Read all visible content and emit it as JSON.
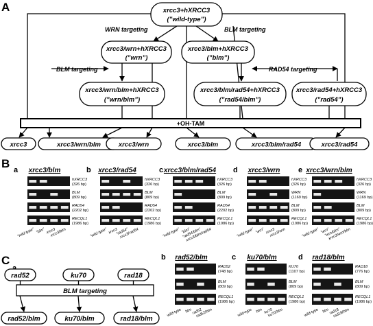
{
  "panel_letters": {
    "A": "A",
    "B": "B",
    "C": "C"
  },
  "panelA": {
    "wt_line1": "xrcc3+hXRCC3",
    "wt_line2": "(”wild-type”)",
    "wrn_targeting": "WRN targeting",
    "blm_targeting": "BLM targeting",
    "wrn_line1": "xrcc3/wrn+hXRCC3",
    "wrn_line2": "(”wrn”)",
    "blm_line1": "xrcc3/blm+hXRCC3",
    "blm_line2": "(”blm”)",
    "blm_targeting2": "BLM targeting",
    "rad54_targeting": "RAD54 targeting",
    "wrnblm_line1": "xrcc3/wrn/blm+hXRCC3",
    "wrnblm_line2": "(”wrn/blm”)",
    "blmrad54_line1": "xrcc3/blm/rad54+hXRCC3",
    "blmrad54_line2": "(”rad54/blm”)",
    "rad54_line1": "xrcc3/rad54+hXRCC3",
    "rad54_line2": "(”rad54”)",
    "ohtam": "+OH-TAM",
    "outputs": [
      "xrcc3",
      "xrcc3/wrn/blm",
      "xrcc3/wrn",
      "xrcc3/blm",
      "xrcc3/blm/rad54",
      "xrcc3/rad54"
    ]
  },
  "panelB": [
    {
      "letter": "a",
      "title": "xrcc3/blm",
      "genes": [
        [
          "hXRCC3",
          "(326 bp)"
        ],
        [
          "BLM",
          "(809 bp)"
        ],
        [
          "RAD54",
          "(2202 bp)"
        ],
        [
          "RECQL1",
          "(1986 bp)"
        ]
      ],
      "lanes": [
        "”wild-type”",
        "”blm”",
        "xrcc3",
        "xrcc3/blm"
      ],
      "bands": [
        [
          1,
          1,
          0,
          0
        ],
        [
          1,
          0,
          1,
          0
        ],
        [
          1,
          1,
          1,
          1
        ],
        [
          1,
          1,
          1,
          1
        ]
      ]
    },
    {
      "letter": "b",
      "title": "xrcc3/rad54",
      "genes": [
        [
          "hXRCC3",
          "(326 bp)"
        ],
        [
          "BLM",
          "(809 bp)"
        ],
        [
          "RAD54",
          "(2202 bp)"
        ],
        [
          "RECQL1",
          "(1986 bp)"
        ]
      ],
      "lanes": [
        "”wild-type”",
        "xrcc3",
        "”rad54”",
        "xrcc3/rad54"
      ],
      "bands": [
        [
          1,
          0,
          1,
          0
        ],
        [
          1,
          1,
          1,
          1
        ],
        [
          1,
          1,
          0,
          0
        ],
        [
          1,
          1,
          1,
          1
        ]
      ]
    },
    {
      "letter": "c",
      "title": "xrcc3/blm/rad54",
      "genes": [
        [
          "hXRCC3",
          "(326 bp)"
        ],
        [
          "BLM",
          "(809 bp)"
        ],
        [
          "RAD54",
          "(2202 bp)"
        ],
        [
          "RECQL1",
          "(1986 bp)"
        ]
      ],
      "lanes": [
        "”wild-type”",
        "”blm”",
        "”rad54/blm”",
        "xrcc3/blm/rad54"
      ],
      "bands": [
        [
          1,
          1,
          1,
          0
        ],
        [
          1,
          0,
          0,
          0
        ],
        [
          1,
          1,
          0,
          0
        ],
        [
          1,
          1,
          1,
          1
        ]
      ]
    },
    {
      "letter": "d",
      "title": "xrcc3/wrn",
      "genes": [
        [
          "hXRCC3",
          "(326 bp)"
        ],
        [
          "WRN",
          "(1169 bp)"
        ],
        [
          "BLM",
          "(809 bp)"
        ],
        [
          "RECQL1",
          "(1986 bp)"
        ]
      ],
      "lanes": [
        "”wild-type”",
        "”wrn”",
        "xrcc3",
        "xrcc3/wrn"
      ],
      "bands": [
        [
          1,
          1,
          0,
          0
        ],
        [
          1,
          0,
          1,
          0
        ],
        [
          1,
          1,
          1,
          1
        ],
        [
          1,
          1,
          1,
          1
        ]
      ]
    },
    {
      "letter": "e",
      "title": "xrcc3/wrn/blm",
      "genes": [
        [
          "hXRCC3",
          "(326 bp)"
        ],
        [
          "WRN",
          "(1169 bp)"
        ],
        [
          "BLM",
          "(809 bp)"
        ],
        [
          "RECQL1",
          "(1986 bp)"
        ]
      ],
      "lanes": [
        "”wild-type”",
        "”wrn”",
        "”wrn/blm”",
        "xrcc3/wrn/blm"
      ],
      "bands": [
        [
          1,
          1,
          1,
          0
        ],
        [
          1,
          0,
          0,
          0
        ],
        [
          1,
          1,
          0,
          0
        ],
        [
          1,
          1,
          1,
          1
        ]
      ]
    }
  ],
  "panelC": {
    "letter_a": "a",
    "inputs": [
      "rad52",
      "ku70",
      "rad18"
    ],
    "blm_targeting": "BLM targeting",
    "outputs": [
      "rad52/blm",
      "ku70/blm",
      "rad18/blm"
    ],
    "gels": [
      {
        "letter": "b",
        "title": "rad52/blm",
        "genes": [
          [
            "RAD52",
            "(748 bp)"
          ],
          [
            "BLM",
            "(809 bp)"
          ],
          [
            "RECQL1",
            "(1986 bp)"
          ]
        ],
        "lanes": [
          "wild-type",
          "blm",
          "rad52",
          "rad52/blm"
        ],
        "bands": [
          [
            1,
            1,
            0,
            0
          ],
          [
            1,
            0,
            1,
            0
          ],
          [
            1,
            1,
            1,
            1
          ]
        ]
      },
      {
        "letter": "c",
        "title": "ku70/blm",
        "genes": [
          [
            "KU70",
            "(1107 bp)"
          ],
          [
            "BLM",
            "(809 bp)"
          ],
          [
            "RECQL1",
            "(1986 bp)"
          ]
        ],
        "lanes": [
          "wild-type",
          "blm",
          "ku70",
          "ku70/blm"
        ],
        "bands": [
          [
            1,
            1,
            0,
            0
          ],
          [
            1,
            0,
            1,
            0
          ],
          [
            1,
            1,
            1,
            1
          ]
        ]
      },
      {
        "letter": "d",
        "title": "rad18/blm",
        "genes": [
          [
            "RAD18",
            "(776 bp)"
          ],
          [
            "BLM",
            "(809 bp)"
          ],
          [
            "RECQL1",
            "(1986 bp)"
          ]
        ],
        "lanes": [
          "wild-type",
          "blm",
          "rad18",
          "rad18/blm"
        ],
        "bands": [
          [
            1,
            1,
            0,
            0
          ],
          [
            1,
            0,
            1,
            0
          ],
          [
            1,
            1,
            1,
            1
          ]
        ]
      }
    ]
  }
}
